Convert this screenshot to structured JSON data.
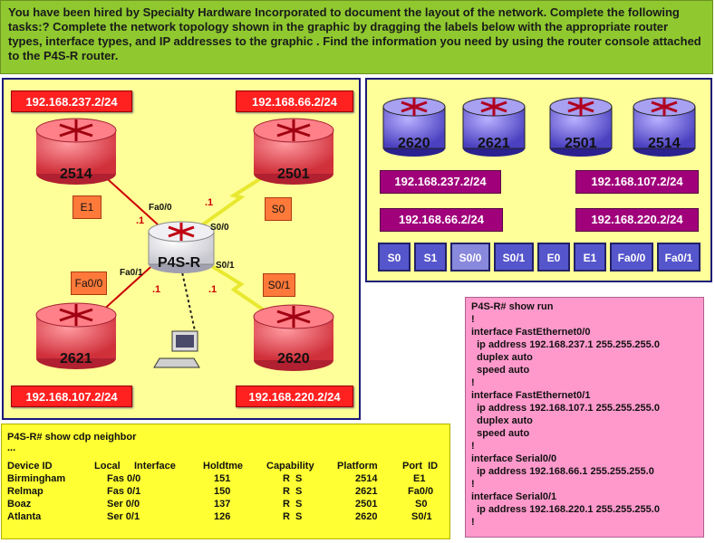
{
  "task": {
    "text": "You have been hired by Specialty Hardware Incorporated to document the layout of the network. Complete the following tasks:? Complete the network topology shown in the graphic by dragging the labels below with the appropriate router types, interface types, and IP addresses to the graphic . Find the information you need by using the router console attached to the P4S-R router."
  },
  "topology": {
    "center_router": "P4S-R",
    "routers": [
      {
        "model": "2514",
        "ip": "192.168.237.2/24",
        "port": "E1"
      },
      {
        "model": "2501",
        "ip": "192.168.66.2/24",
        "port": "S0"
      },
      {
        "model": "2621",
        "ip": "192.168.107.2/24",
        "port": "Fa0/0"
      },
      {
        "model": "2620",
        "ip": "192.168.220.2/24",
        "port": "S0/1"
      }
    ],
    "center_ports": {
      "fa00": "Fa0/0",
      "s00": "S0/0",
      "fa01": "Fa0/1",
      "s01": "S0/1"
    },
    "host_octet": ".1"
  },
  "labels": {
    "routers": [
      "2620",
      "2621",
      "2501",
      "2514"
    ],
    "ips": [
      "192.168.237.2/24",
      "192.168.107.2/24",
      "192.168.66.2/24",
      "192.168.220.2/24"
    ],
    "interfaces": [
      "S0",
      "S1",
      "S0/0",
      "S0/1",
      "E0",
      "E1",
      "Fa0/0",
      "Fa0/1"
    ]
  },
  "cdp": {
    "prompt": "P4S-R# show cdp neighbor",
    "ellipsis": "...",
    "headers": [
      "Device ID",
      "Local",
      "Interface",
      "Holdtme",
      "Capability",
      "Platform",
      "Port  ID"
    ],
    "rows": [
      [
        "Birmingham",
        "Fas 0/0",
        "151",
        "R  S",
        "2514",
        "E1"
      ],
      [
        "Relmap",
        "Fas 0/1",
        "150",
        "R  S",
        "2621",
        "Fa0/0"
      ],
      [
        "Boaz",
        "Ser 0/0",
        "137",
        "R  S",
        "2501",
        "S0"
      ],
      [
        "Atlanta",
        "Ser 0/1",
        "126",
        "R  S",
        "2620",
        "S0/1"
      ]
    ]
  },
  "run": {
    "lines": [
      "P4S-R# show run",
      "!",
      "interface FastEthernet0/0",
      "  ip address 192.168.237.1 255.255.255.0",
      "  duplex auto",
      "  speed auto",
      "!",
      "interface FastEthernet0/1",
      "  ip address 192.168.107.1 255.255.255.0",
      "  duplex auto",
      "  speed auto",
      "!",
      "interface Serial0/0",
      "  ip address 192.168.66.1 255.255.255.0",
      "!",
      "interface Serial0/1",
      "  ip address 192.168.220.1 255.255.255.0",
      "!"
    ]
  },
  "colors": {
    "task_bg": "#8fc92f",
    "panel_bg": "#ffff99",
    "cdp_bg": "#ffff33",
    "run_bg": "#ff99cc",
    "router_red": "#e85060",
    "router_blue": "#5a50d0"
  }
}
